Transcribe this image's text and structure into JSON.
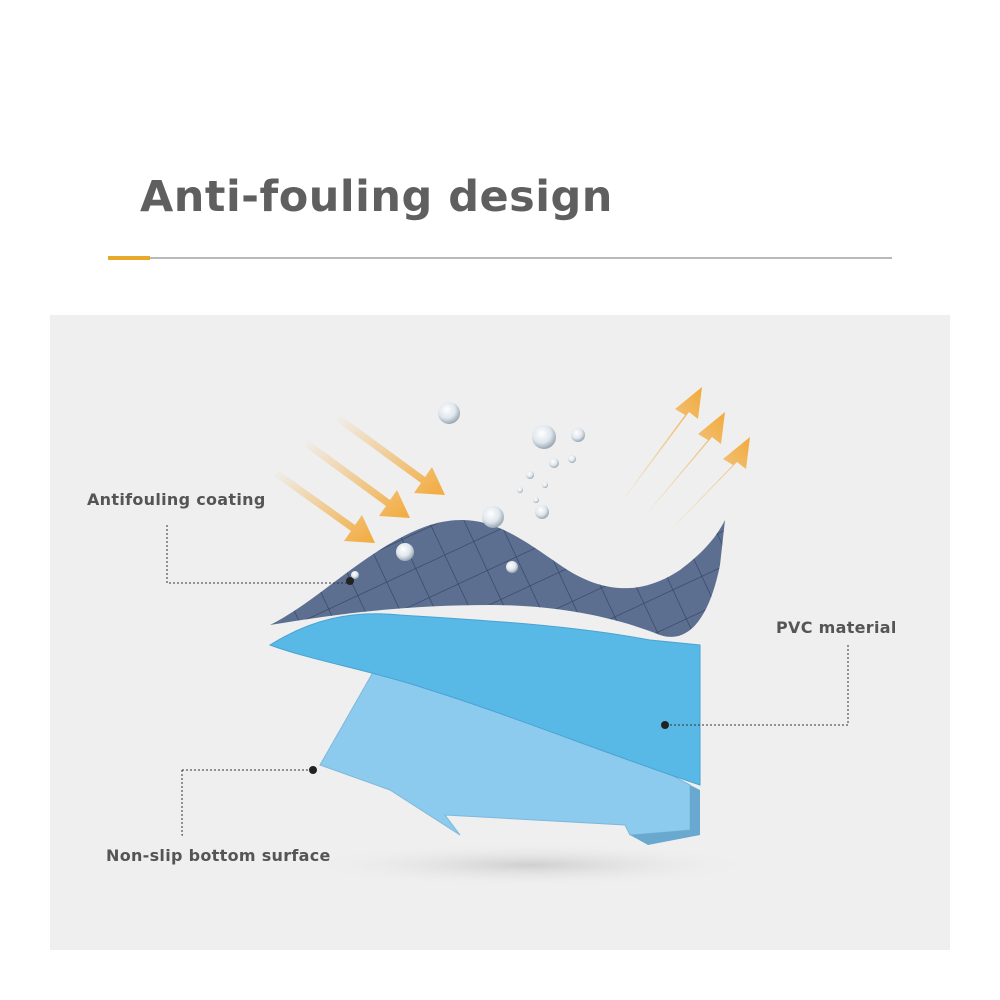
{
  "heading": {
    "title": "Anti-fouling design"
  },
  "labels": {
    "coating": "Antifouling coating",
    "pvc": "PVC material",
    "bottom": "Non-slip bottom surface"
  },
  "colors": {
    "accent": "#e7a92a",
    "coating": "#5c6f90",
    "pvc": "#58b8e6",
    "bottom": "#8ccbed",
    "arrow": "#f2aa3c"
  }
}
